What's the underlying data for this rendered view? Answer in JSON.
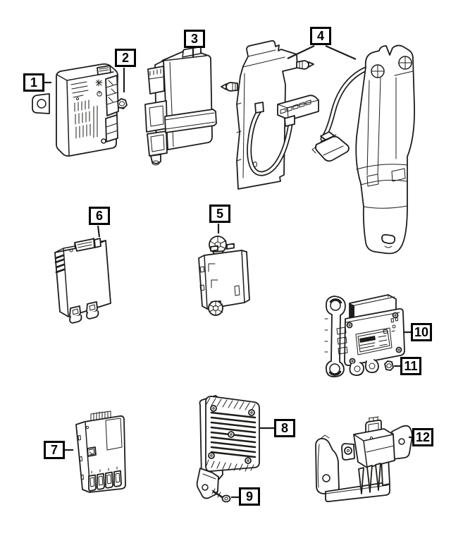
{
  "palette": {
    "background": "#ffffff",
    "line_color": "#1d1d1b",
    "callout_border": "#000000",
    "callout_text": "#000000"
  },
  "callouts": [
    {
      "number": "1"
    },
    {
      "number": "2"
    },
    {
      "number": "3"
    },
    {
      "number": "4"
    },
    {
      "number": "5"
    },
    {
      "number": "6"
    },
    {
      "number": "7"
    },
    {
      "number": "8"
    },
    {
      "number": "9"
    },
    {
      "number": "10"
    },
    {
      "number": "11"
    },
    {
      "number": "12"
    }
  ]
}
